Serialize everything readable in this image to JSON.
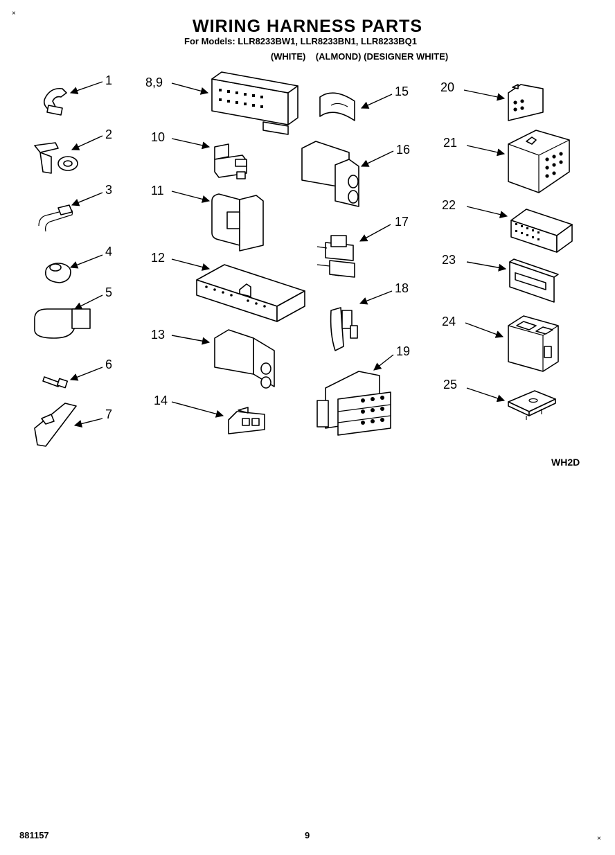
{
  "header": {
    "title": "WIRING HARNESS PARTS",
    "models_line": "For Models: LLR8233BW1, LLR8233BN1, LLR8233BQ1",
    "colors_line": "(WHITE)    (ALMOND) (DESIGNER WHITE)"
  },
  "diagram": {
    "code": "WH2D",
    "part_labels": [
      "1",
      "2",
      "3",
      "4",
      "5",
      "6",
      "7",
      "8,9",
      "10",
      "11",
      "12",
      "13",
      "14",
      "15",
      "16",
      "17",
      "18",
      "19",
      "20",
      "21",
      "22",
      "23",
      "24",
      "25"
    ]
  },
  "footer": {
    "doc_number": "881157",
    "page_number": "9"
  },
  "marks": {
    "corner": "×"
  }
}
